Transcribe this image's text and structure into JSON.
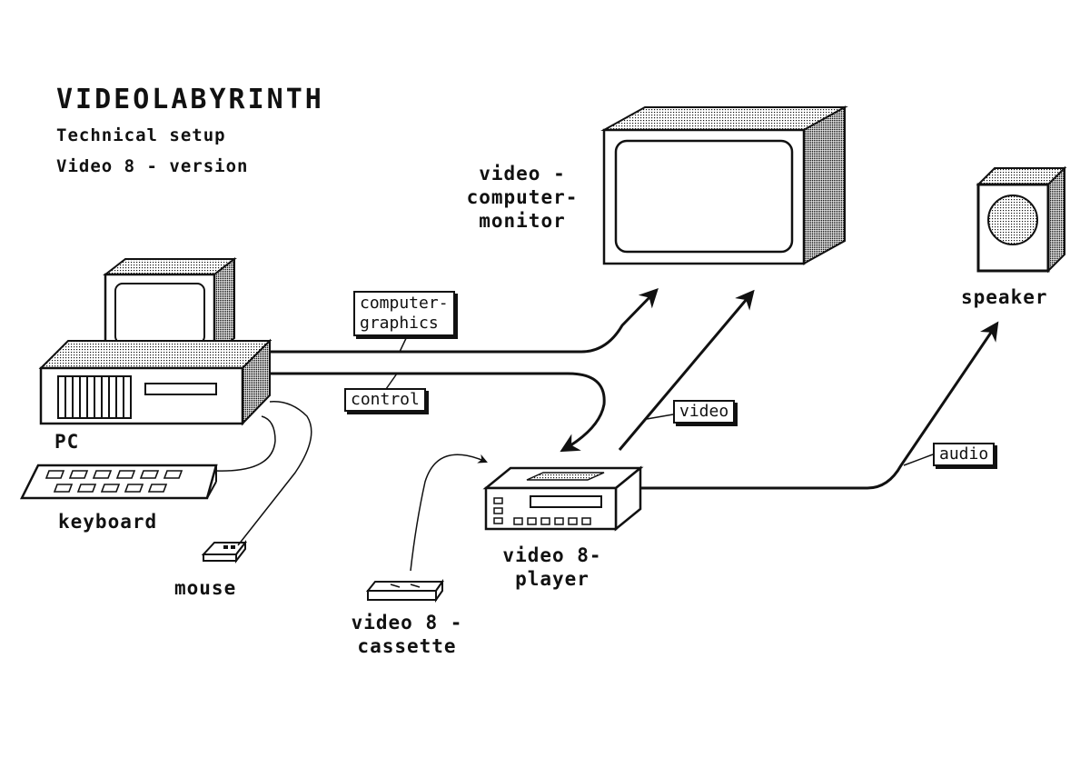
{
  "title": "VIDEOLABYRINTH",
  "subtitle_1": "Technical setup",
  "subtitle_2": "Video 8 - version",
  "labels": {
    "monitor": [
      "video -",
      "computer-",
      "monitor"
    ],
    "speaker": "speaker",
    "pc": "PC",
    "keyboard": "keyboard",
    "mouse": "mouse",
    "player": [
      "video 8-",
      "player"
    ],
    "cassette": [
      "video 8 -",
      "cassette"
    ]
  },
  "connections": {
    "computer_graphics": [
      "computer-",
      "graphics"
    ],
    "control": "control",
    "video": "video",
    "audio": "audio"
  },
  "colors": {
    "ink": "#111111",
    "paper": "#ffffff"
  }
}
